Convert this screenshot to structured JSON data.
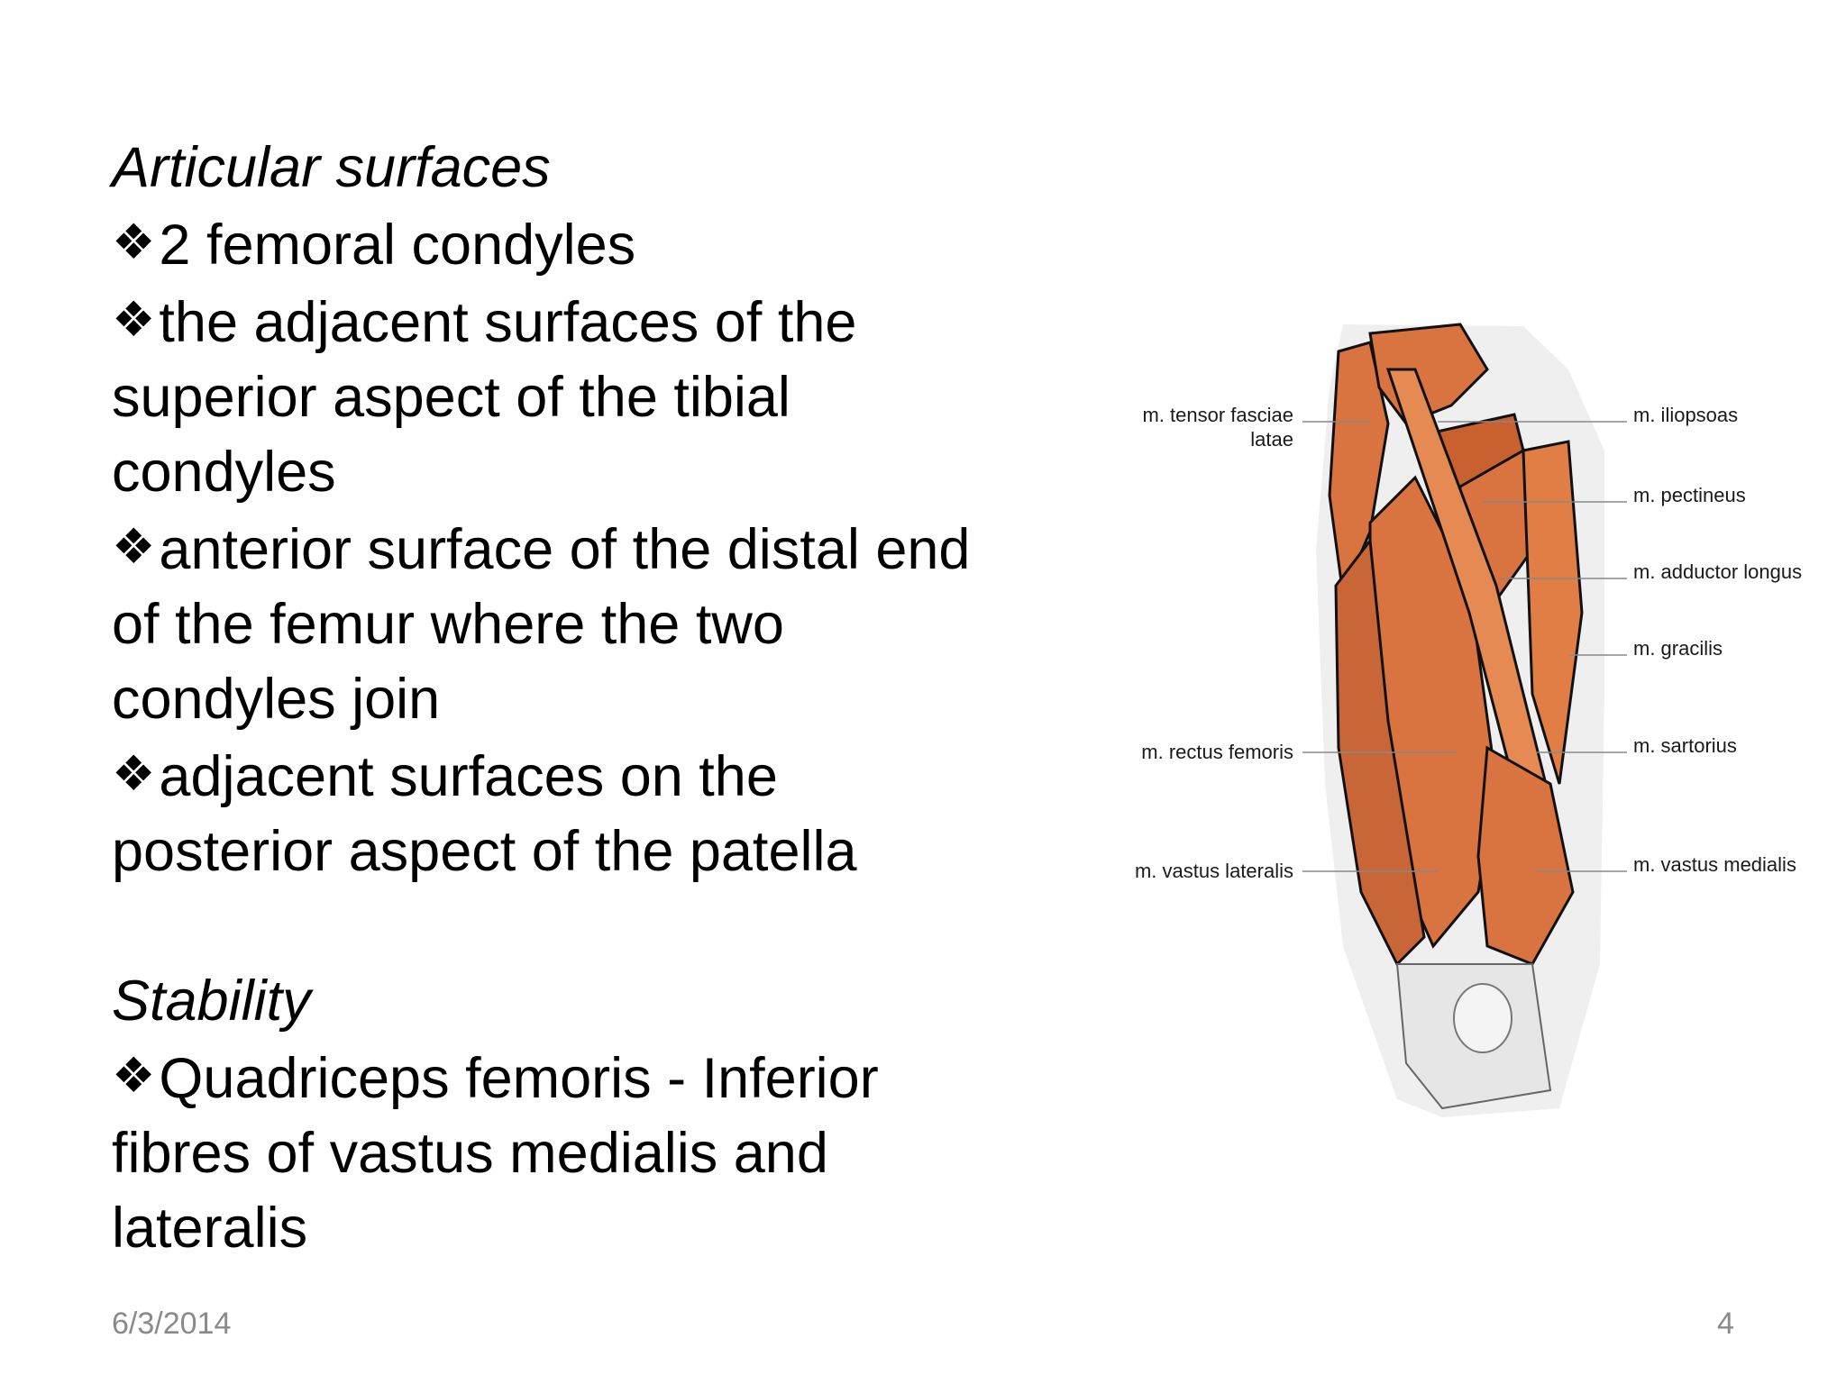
{
  "slide": {
    "heading1": "Articular surfaces",
    "bullets1": [
      "2 femoral condyles",
      "the adjacent surfaces of the superior aspect of the tibial condyles",
      "anterior surface of the distal end of the femur where the two condyles join",
      "adjacent surfaces on the posterior aspect of the patella"
    ],
    "bullets1_lines": [
      [
        "2 femoral condyles"
      ],
      [
        "the adjacent surfaces of the",
        "superior aspect of the tibial",
        "condyles"
      ],
      [
        "anterior surface of the distal end",
        "of the femur where the two",
        "condyles join"
      ],
      [
        "adjacent surfaces on the",
        "posterior aspect of the patella"
      ]
    ],
    "heading2": "Stability",
    "bullets2_lines": [
      [
        "Quadriceps femoris - Inferior",
        "fibres of vastus medialis and",
        "lateralis"
      ]
    ],
    "bullet_symbol": "❖"
  },
  "figure": {
    "labels_left": {
      "tensor_line1": "m. tensor fasciae",
      "tensor_line2": "latae",
      "rectus": "m. rectus femoris",
      "vastus_lateralis": "m. vastus lateralis"
    },
    "labels_right": {
      "iliopsoas": "m. iliopsoas",
      "pectineus": "m. pectineus",
      "adductor_longus": "m. adductor longus",
      "gracilis": "m. gracilis",
      "sartorius": "m. sartorius",
      "vastus_medialis": "m. vastus medialis"
    },
    "colors": {
      "muscle": "#d9733f",
      "muscle_dark": "#b4532a",
      "tendon": "#e6e6e6",
      "outline": "#111111"
    }
  },
  "footer": {
    "date": "6/3/2014",
    "page": "4"
  }
}
